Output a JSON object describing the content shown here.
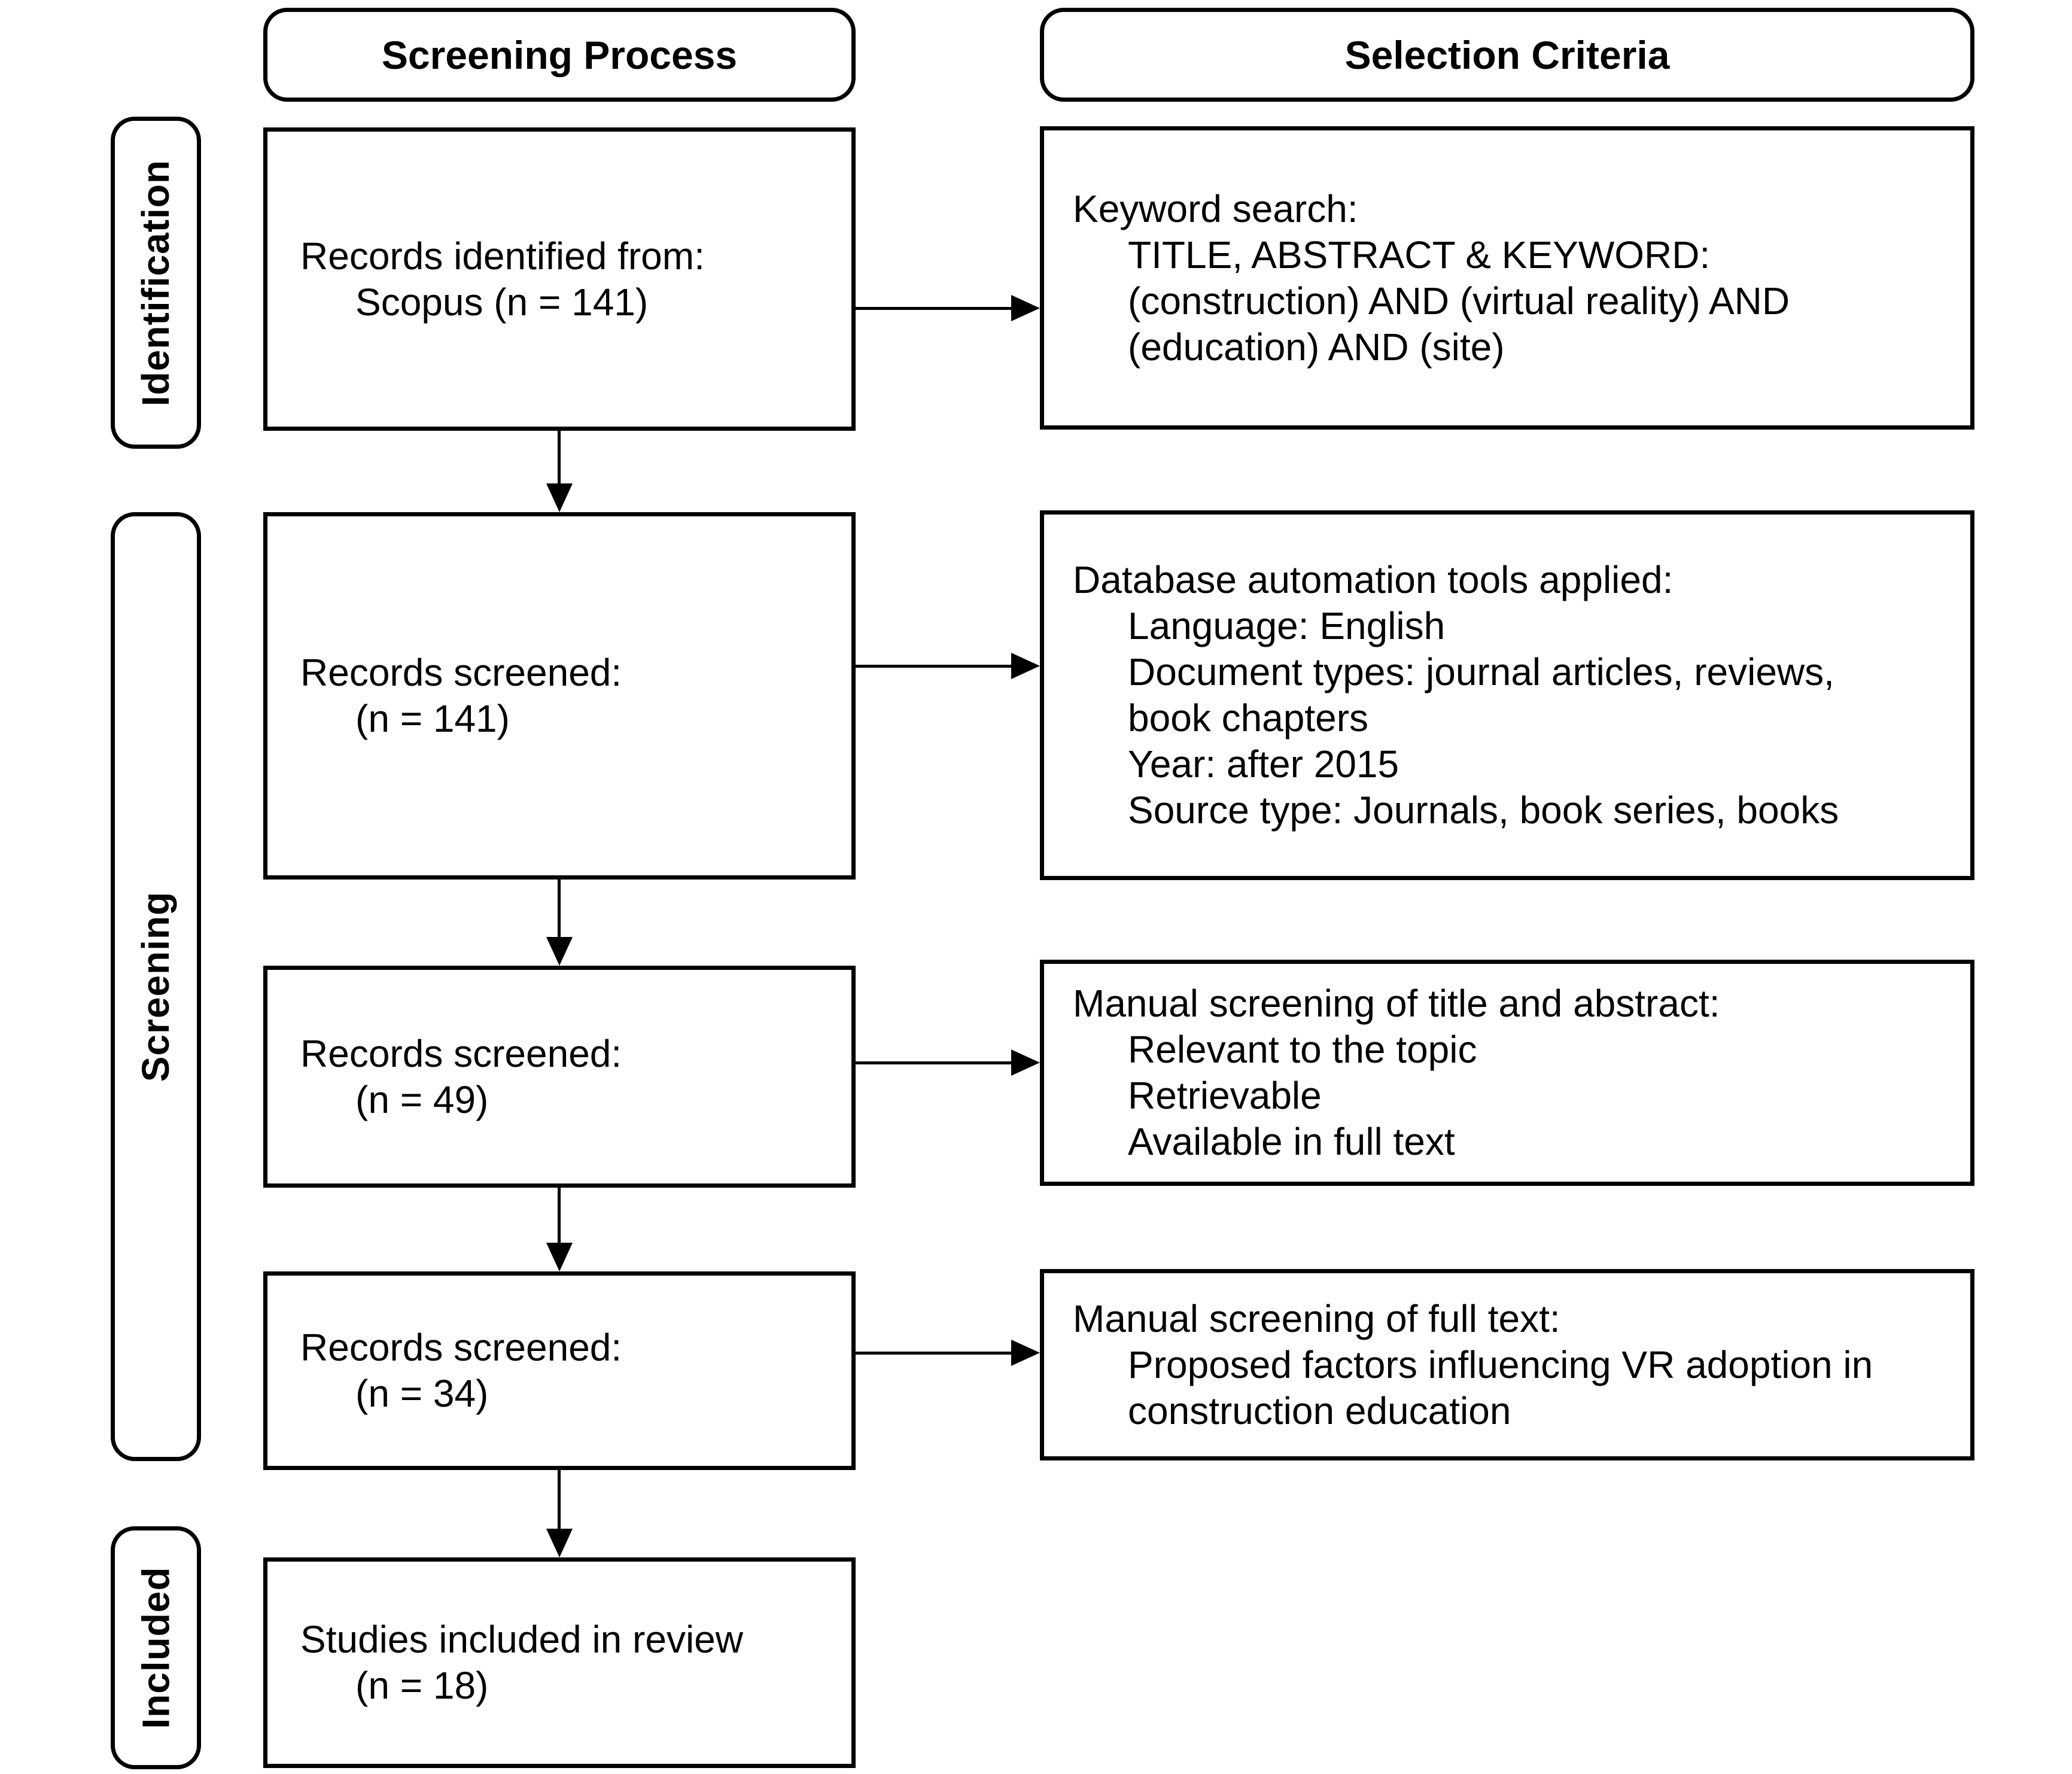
{
  "headers": {
    "process": "Screening Process",
    "criteria": "Selection Criteria"
  },
  "stages": [
    {
      "label": "Identification"
    },
    {
      "label": "Screening"
    },
    {
      "label": "Included"
    }
  ],
  "process_boxes": [
    {
      "line1": "Records identified from:",
      "line2": "Scopus (n = 141)"
    },
    {
      "line1": "Records screened:",
      "line2": "(n = 141)"
    },
    {
      "line1": "Records screened:",
      "line2": "(n = 49)"
    },
    {
      "line1": "Records screened:",
      "line2": "(n = 34)"
    },
    {
      "line1": "Studies included in review",
      "line2": "(n = 18)"
    }
  ],
  "criteria_boxes": [
    {
      "lines": [
        "Keyword search:",
        "TITLE, ABSTRACT & KEYWORD:",
        "(construction) AND (virtual reality) AND",
        "(education) AND (site)"
      ]
    },
    {
      "lines": [
        "Database automation tools applied:",
        "Language: English",
        "Document types: journal articles, reviews,",
        "book chapters",
        "Year: after 2015",
        "Source type: Journals, book series, books"
      ]
    },
    {
      "lines": [
        "Manual screening of title and abstract:",
        "Relevant to the topic",
        "Retrievable",
        "Available in full text"
      ]
    },
    {
      "lines": [
        "Manual screening of full text:",
        "Proposed factors influencing VR adoption in",
        "construction education"
      ]
    }
  ],
  "colors": {
    "stroke": "#000000",
    "background": "#ffffff"
  }
}
